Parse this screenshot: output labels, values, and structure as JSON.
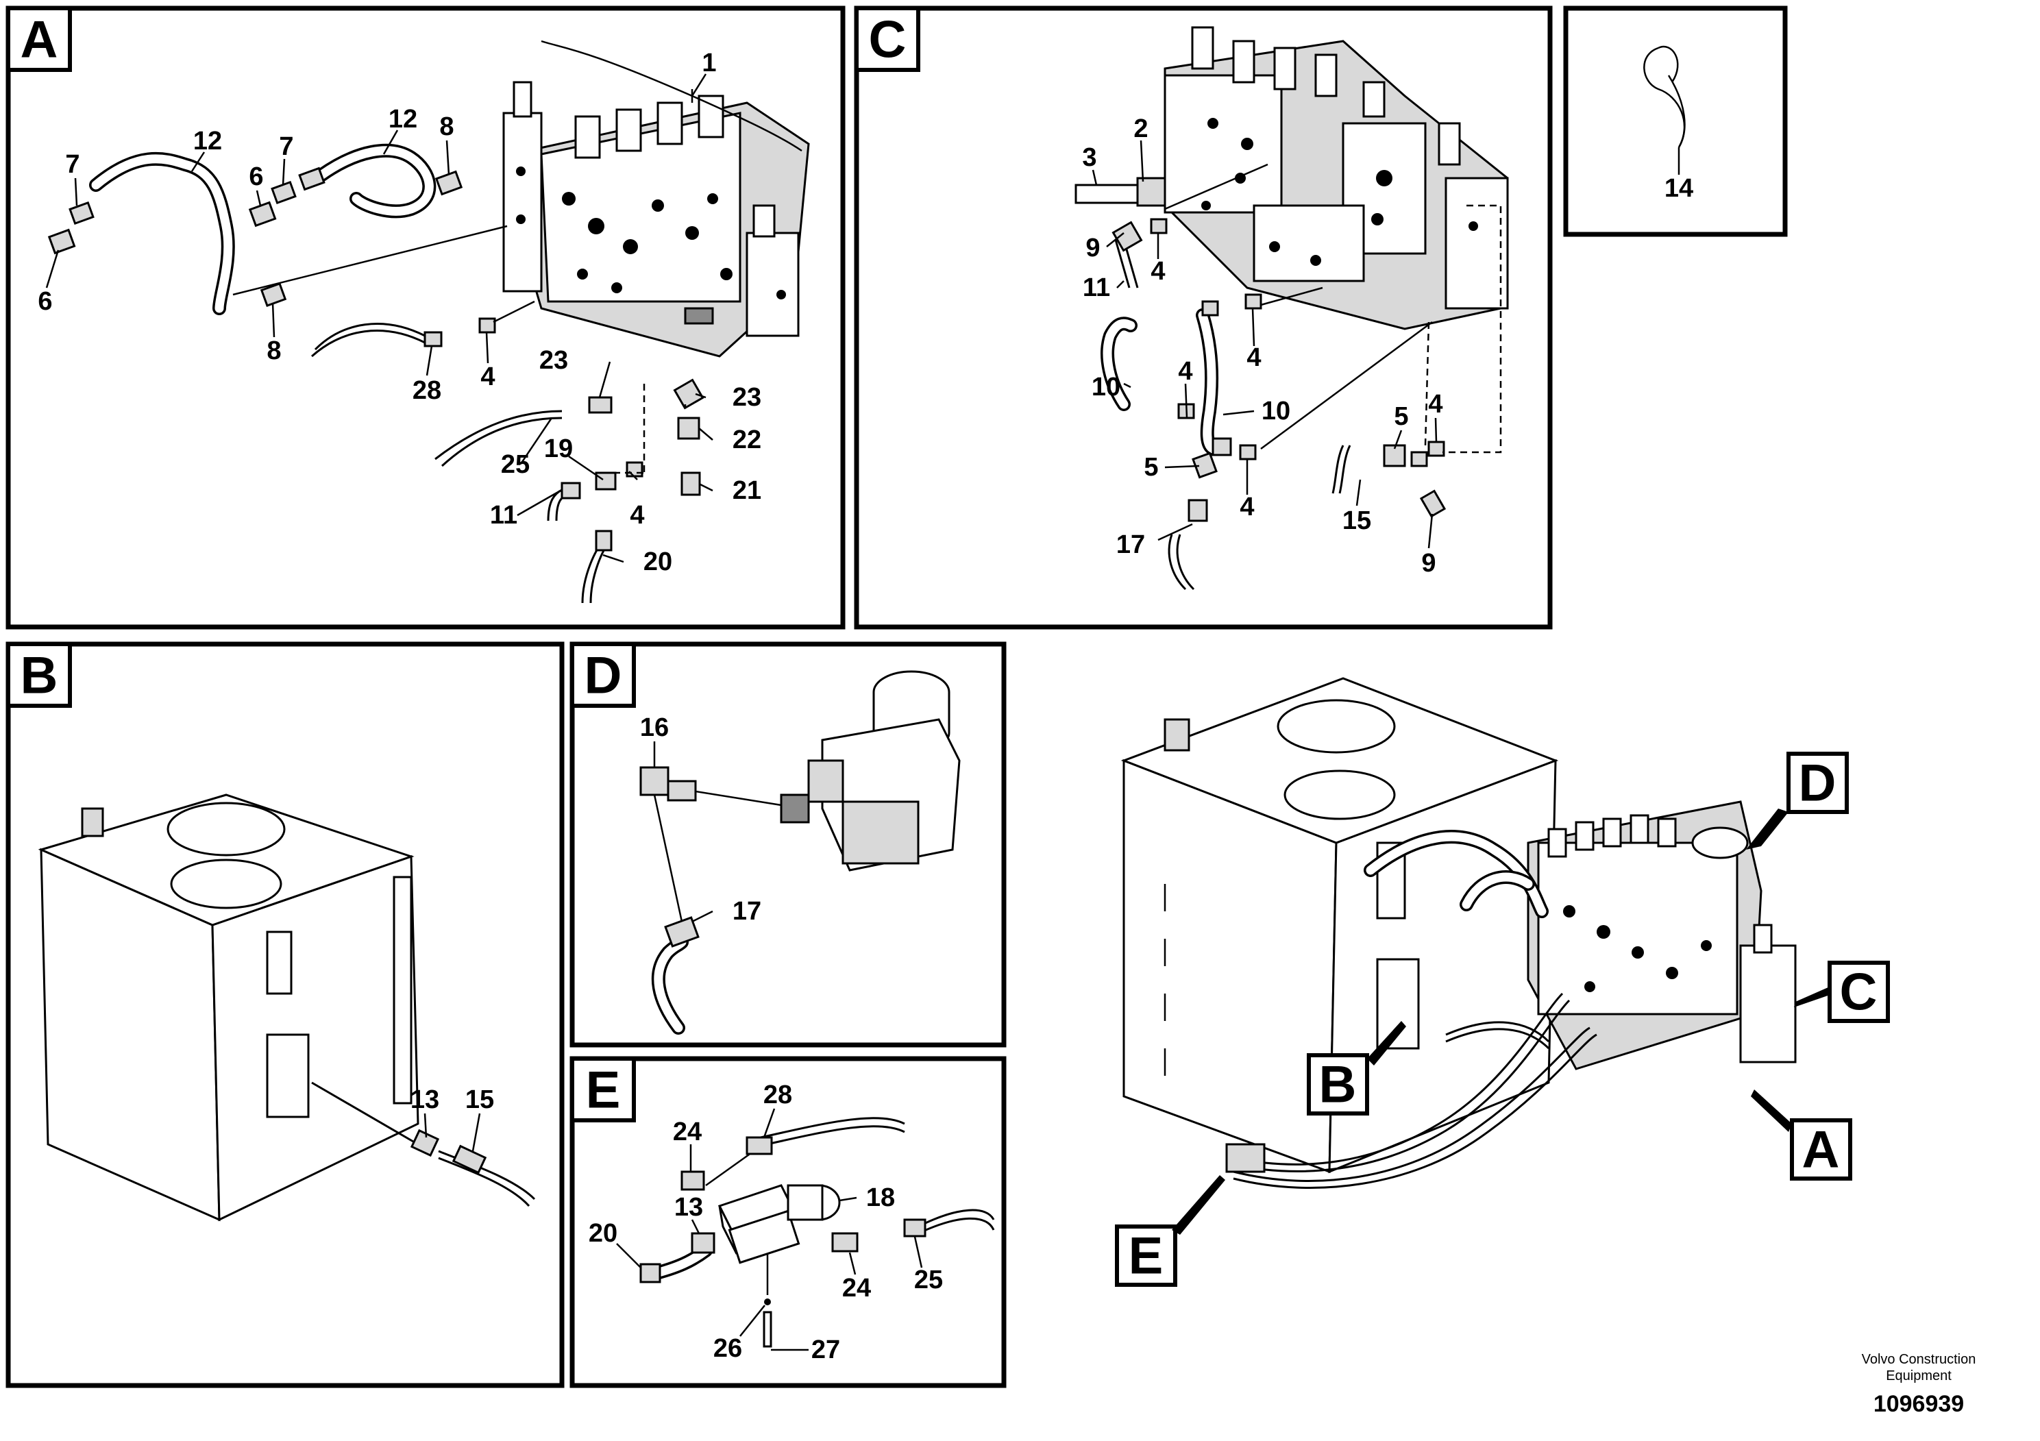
{
  "panels": {
    "A": {
      "tag": "A",
      "callouts": [
        "1",
        "12",
        "12",
        "7",
        "7",
        "6",
        "6",
        "8",
        "8",
        "28",
        "4",
        "23",
        "23",
        "22",
        "21",
        "25",
        "19",
        "11",
        "4",
        "20"
      ]
    },
    "B": {
      "tag": "B",
      "callouts": [
        "13",
        "15"
      ]
    },
    "C": {
      "tag": "C",
      "callouts": [
        "3",
        "2",
        "9",
        "4",
        "11",
        "4",
        "10",
        "4",
        "10",
        "5",
        "4",
        "5",
        "4",
        "17",
        "15",
        "9"
      ]
    },
    "D": {
      "tag": "D",
      "callouts": [
        "16",
        "17"
      ]
    },
    "E": {
      "tag": "E",
      "callouts": [
        "28",
        "24",
        "18",
        "13",
        "20",
        "24",
        "25",
        "26",
        "27"
      ]
    },
    "clip": {
      "callouts": [
        "14"
      ]
    },
    "overview": {
      "tags": [
        "D",
        "C",
        "B",
        "A",
        "E"
      ]
    }
  },
  "footer": {
    "company_line1": "Volvo Construction",
    "company_line2": "Equipment",
    "drawing_number": "1096939"
  }
}
